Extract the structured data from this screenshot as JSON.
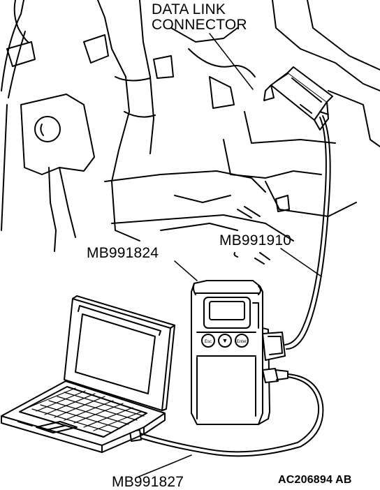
{
  "labels": {
    "dlc_line1": "DATA LINK",
    "dlc_line2": "CONNECTOR",
    "v_c_i": "MB991824",
    "usb_cable": "MB991827",
    "main_harness": "MB991910"
  },
  "device": {
    "button_marks": [
      "Esc",
      "▼",
      "Enter"
    ]
  },
  "figure_id": "AC206894 AB",
  "colors": {
    "ink": "#000000",
    "paper": "#ffffff",
    "screen": "#ffffff"
  }
}
